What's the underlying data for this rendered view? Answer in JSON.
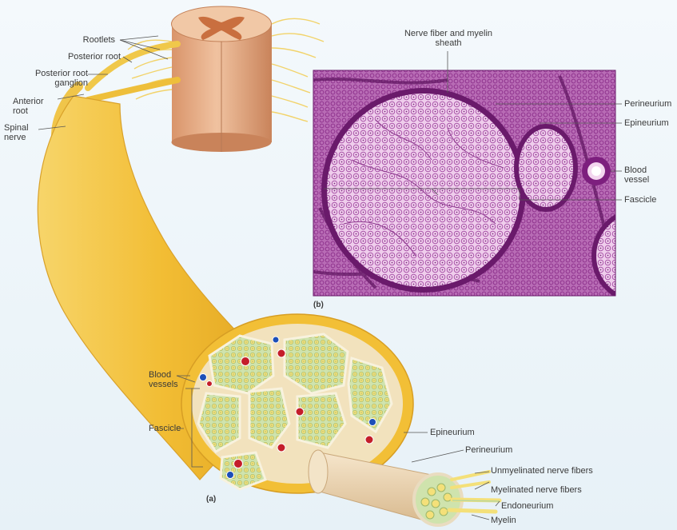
{
  "labels": {
    "rootlets": "Rootlets",
    "posterior_root": "Posterior root",
    "posterior_root_ganglion": "Posterior root ganglion",
    "anterior_root": "Anterior root",
    "spinal_nerve": "Spinal nerve",
    "nerve_fiber_myelin_sheath": "Nerve fiber and myelin sheath",
    "perineurium_b": "Perineurium",
    "epineurium_b": "Epineurium",
    "blood_vessel": "Blood vessel",
    "fascicle_b": "Fascicle",
    "panel_b": "(b)",
    "blood_vessels": "Blood vessels",
    "fascicle_a": "Fascicle",
    "epineurium_a": "Epineurium",
    "perineurium_a": "Perineurium",
    "unmyelinated": "Unmyelinated nerve fibers",
    "myelinated": "Myelinated nerve fibers",
    "endoneurium": "Endoneurium",
    "myelin": "Myelin",
    "panel_a": "(a)"
  },
  "colors": {
    "nerve_yellow": "#f3c23e",
    "cord_tan": "#e2a77c",
    "gray_matter": "#c96f3f",
    "fascicle_green": "#c9dfa6",
    "fiber_yellow": "#f5e27a",
    "micro_purple": "#b04ca6",
    "vessel_red": "#c41e2a",
    "vessel_blue": "#1c4fb8"
  }
}
